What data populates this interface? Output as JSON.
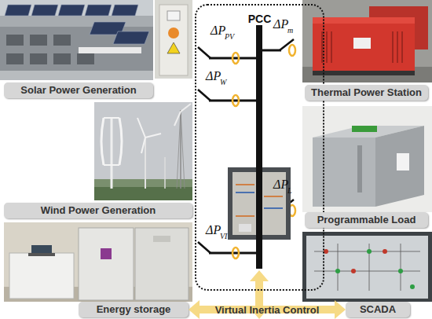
{
  "diagram": {
    "nodes": [
      {
        "text": [
          "PCC"
        ]
      },
      {
        "text": [
          "Solar Power Generation"
        ]
      },
      {
        "text": [
          "Thermal Power Station"
        ]
      },
      {
        "text": [
          "Wind Power Generation"
        ]
      },
      {
        "text": [
          "Programmable Load"
        ]
      },
      {
        "text": [
          "Energy storage"
        ]
      },
      {
        "text": [
          "SCADA"
        ]
      }
    ],
    "edges": [
      {
        "from": 5,
        "to": 6,
        "arrow": "both",
        "label": "Virtual Inertia Control"
      }
    ],
    "labels": [
      "ΔP",
      "PV",
      "ΔP",
      "m",
      "ΔP",
      "W",
      "ΔP",
      "L",
      "ΔP",
      "VI"
    ]
  }
}
